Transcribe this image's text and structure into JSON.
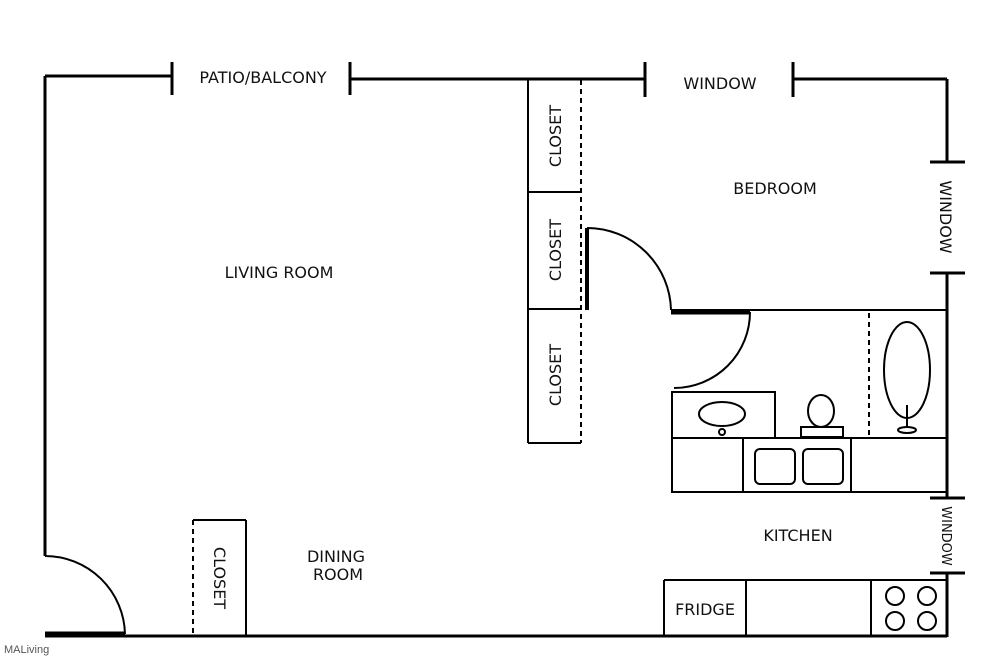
{
  "labels": {
    "patio": "PATIO/BALCONY",
    "window_top": "WINDOW",
    "window_right_bedroom": "WINDOW",
    "window_right_kitchen": "WINDOW",
    "living_room": "LIVING ROOM",
    "bedroom": "BEDROOM",
    "dining_line1": "DINING",
    "dining_line2": "ROOM",
    "kitchen": "KITCHEN",
    "fridge": "FRIDGE",
    "closet_1": "CLOSET",
    "closet_2": "CLOSET",
    "closet_3": "CLOSET",
    "closet_4": "CLOSET"
  },
  "brand": "MALiving"
}
